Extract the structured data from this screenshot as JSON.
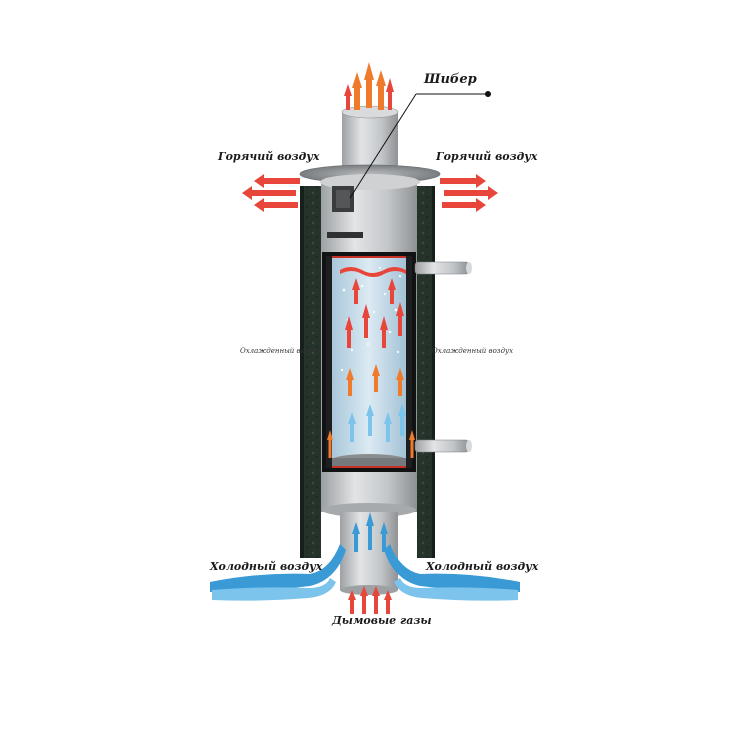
{
  "labels": {
    "damper": "Шибер",
    "hot_air_left": "Горячий воздух",
    "hot_air_right": "Горячий воздух",
    "cooled_air_left": "Охлажденный воздух",
    "cooled_air_right": "Охлажденный воздух",
    "cold_air_left": "Холодный воздух",
    "cold_air_right": "Холодный воздух",
    "smoke_gases": "Дымовые газы"
  },
  "colors": {
    "hot_arrow": "#e8463a",
    "orange_arrow": "#ef7a2c",
    "cold_arrow": "#7cc4ec",
    "cold_flow": "#3a9ad6",
    "insulation": "#26332b",
    "pipe_steel": "#c9cbcd",
    "water": "#cfe3ef"
  }
}
